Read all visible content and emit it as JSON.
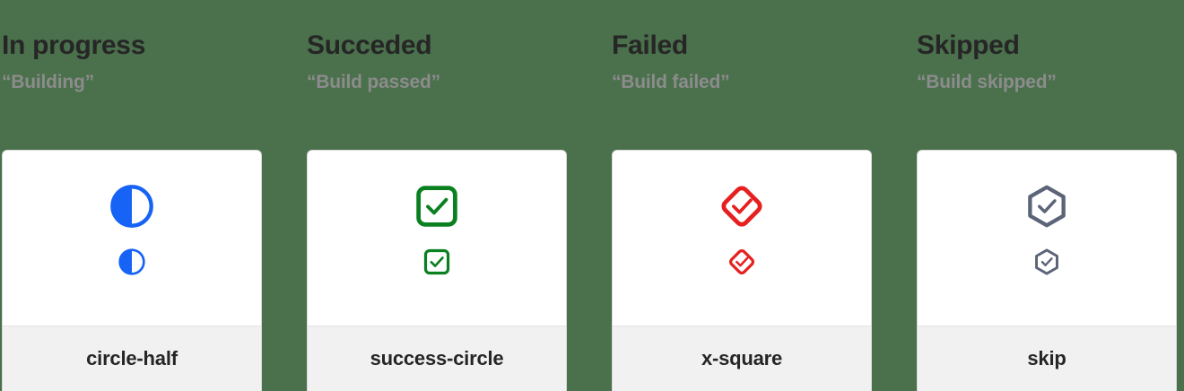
{
  "page": {
    "background_color": "#4a704c",
    "card_background": "#ffffff",
    "card_footer_background": "#f1f1f1"
  },
  "columns": [
    {
      "title": "In progress",
      "subtitle": "“Building”",
      "icon_name": "circle-half-icon",
      "icon_label": "circle-half",
      "icon_color": "#1763f5"
    },
    {
      "title": "Succeded",
      "subtitle": "“Build passed”",
      "icon_name": "success-circle-icon",
      "icon_label": "success-circle",
      "icon_color": "#0a8020"
    },
    {
      "title": "Failed",
      "subtitle": "“Build failed”",
      "icon_name": "x-square-icon",
      "icon_label": "x-square",
      "icon_color": "#e62020"
    },
    {
      "title": "Skipped",
      "subtitle": "“Build skipped”",
      "icon_name": "skip-icon",
      "icon_label": "skip",
      "icon_color": "#5c6478"
    }
  ]
}
